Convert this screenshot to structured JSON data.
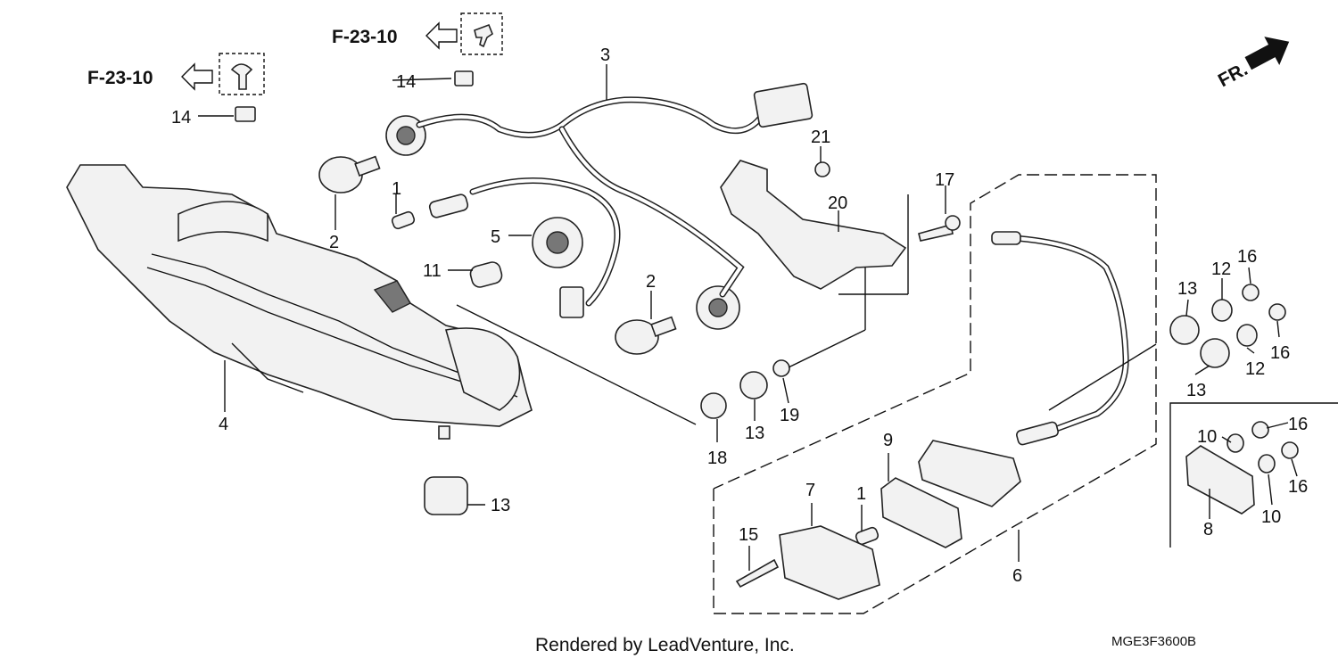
{
  "refs": {
    "upper": "F-23-10",
    "left": "F-23-10"
  },
  "direction": "FR.",
  "callouts": [
    "1",
    "1",
    "2",
    "2",
    "3",
    "4",
    "5",
    "6",
    "7",
    "8",
    "9",
    "10",
    "10",
    "11",
    "12",
    "12",
    "13",
    "13",
    "13",
    "13",
    "14",
    "14",
    "15",
    "16",
    "16",
    "16",
    "16",
    "17",
    "18",
    "19",
    "20",
    "21"
  ],
  "footer": "Rendered by LeadVenture, Inc.",
  "diagram_code": "MGE3F3600B"
}
